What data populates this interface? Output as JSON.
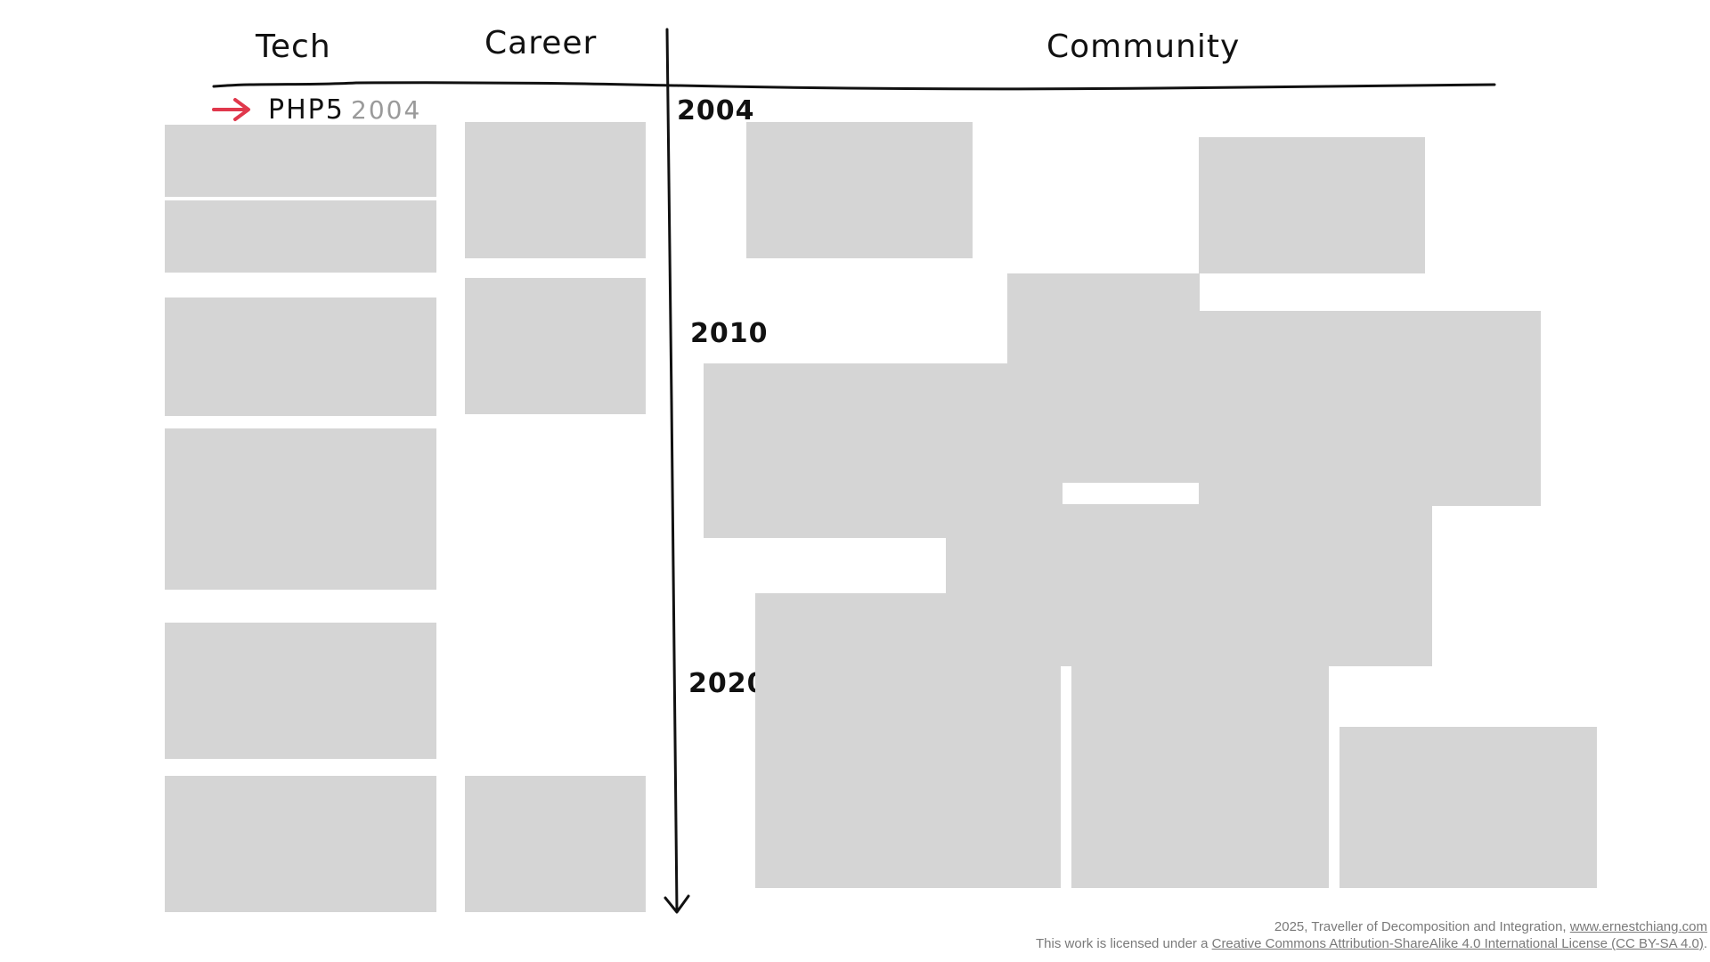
{
  "headers": {
    "tech": "Tech",
    "career": "Career",
    "community": "Community"
  },
  "first_item": {
    "label": "PHP5",
    "year": "2004"
  },
  "years": [
    "2004",
    "2010",
    "2020"
  ],
  "colors": {
    "line": "#111111",
    "arrow": "#e0384c",
    "block": "#d5d5d5",
    "footer": "#7a7a7a",
    "item_year": "#9a9a9a"
  },
  "footer": {
    "line1_text": "2025, Traveller of Decomposition and Integration, ",
    "line1_link": "www.ernestchiang.com",
    "line2_text": "This work is licensed under a ",
    "line2_link": "Creative Commons Attribution-ShareAlike 4.0 International License (CC BY-SA 4.0)",
    "line2_end": "."
  }
}
